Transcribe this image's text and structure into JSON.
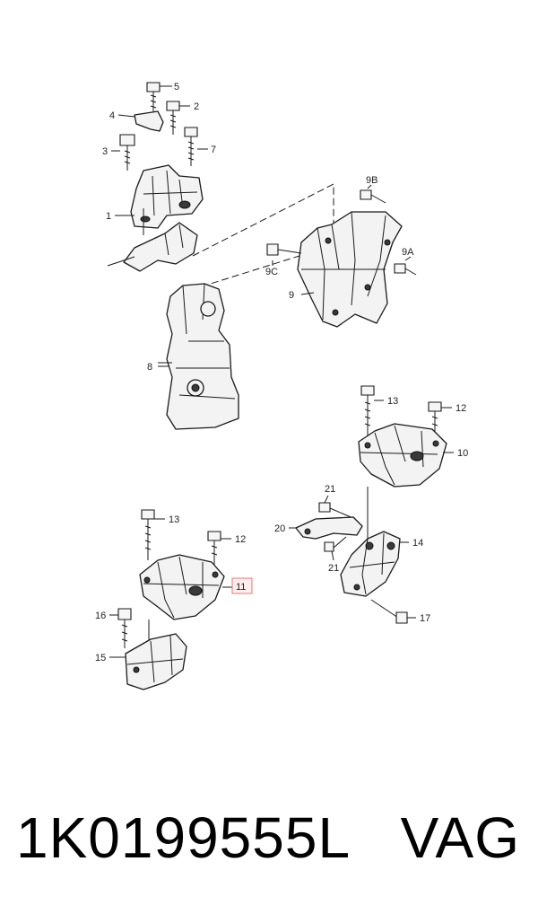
{
  "callouts": {
    "c1": "1",
    "c2": "2",
    "c3": "3",
    "c4": "4",
    "c5": "5",
    "c7": "7",
    "c8": "8",
    "c9": "9",
    "c9a": "9A",
    "c9b": "9B",
    "c9c": "9C",
    "c10": "10",
    "c11": "11",
    "c12a": "12",
    "c12b": "12",
    "c13a": "13",
    "c13b": "13",
    "c14": "14",
    "c15": "15",
    "c16": "16",
    "c17": "17",
    "c20": "20",
    "c21a": "21",
    "c21b": "21"
  },
  "footer": {
    "part_number": "1K0199555L",
    "brand": "VAG"
  },
  "colors": {
    "highlight_fill": "#ffecec",
    "highlight_border": "#e07b7b",
    "line": "#1a1a1a"
  }
}
